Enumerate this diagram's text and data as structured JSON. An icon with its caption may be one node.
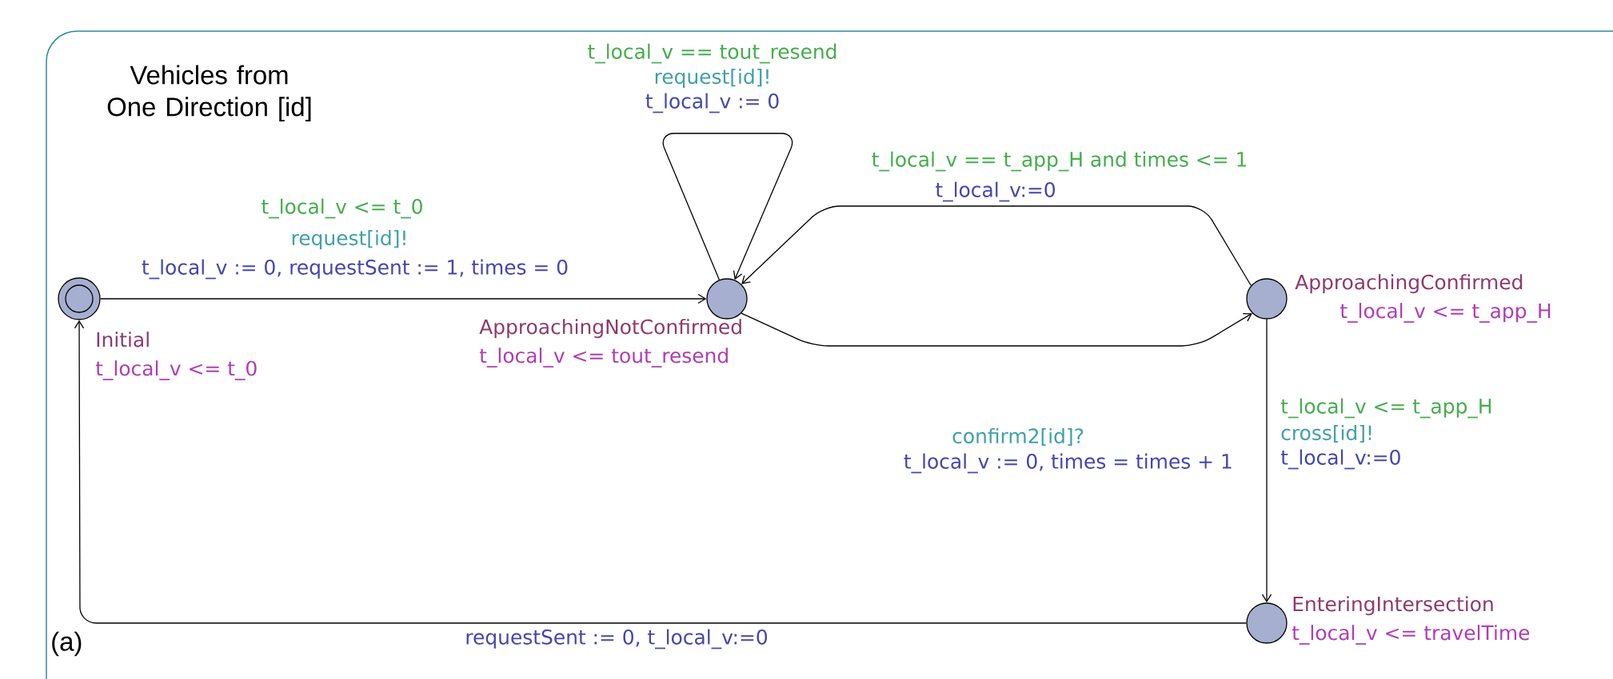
{
  "diagram": {
    "title": "Vehicles from One Direction [id]",
    "nodes": [
      {
        "text": [
          "Initial",
          "t_local_v <= t_0"
        ]
      },
      {
        "text": [
          "ApproachingNotConfirmed",
          "t_local_v <= tout_resend"
        ]
      },
      {
        "text": [
          "ApproachingConfirmed",
          "t_local_v <= t_app_H"
        ]
      },
      {
        "text": [
          "EnteringIntersection",
          "t_local_v <= travelTime"
        ]
      }
    ],
    "edges": [
      {
        "from": 0,
        "to": 1,
        "arrow": "to"
      },
      {
        "from": 1,
        "to": 1,
        "arrow": "to"
      },
      {
        "from": 2,
        "to": 1,
        "arrow": "to"
      },
      {
        "from": 1,
        "to": 2,
        "arrow": "to"
      },
      {
        "from": 2,
        "to": 3,
        "arrow": "to"
      },
      {
        "from": 3,
        "to": 0,
        "arrow": "to"
      }
    ],
    "labels": [
      "t_local_v == tout_resend",
      "request[id]!",
      "t_local_v := 0",
      "t_local_v == t_app_H and times <= 1",
      "t_local_v:=0",
      "t_local_v <= t_0",
      "request[id]!",
      "t_local_v := 0, requestSent := 1, times = 0",
      "confirm2[id]?",
      "t_local_v := 0, times = times + 1",
      "t_local_v <= t_app_H",
      "cross[id]!",
      "t_local_v:=0",
      "requestSent := 0, t_local_v:=0",
      "(a)"
    ]
  }
}
